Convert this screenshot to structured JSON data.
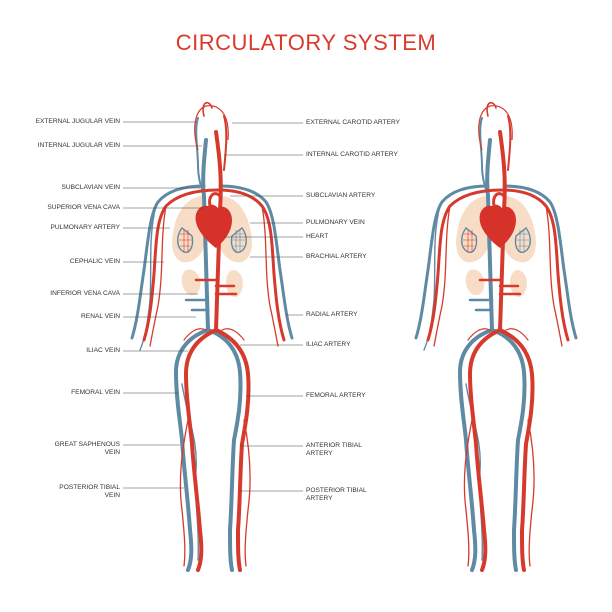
{
  "title": "CIRCULATORY SYSTEM",
  "colors": {
    "title": "#d93a2b",
    "artery": "#d63a2c",
    "vein": "#5f8aa4",
    "organ": "#f7dcc6",
    "heart": "#d6322a",
    "leader": "#444444"
  },
  "left_labels": [
    "EXTERNAL JUGULAR VEIN",
    "INTERNAL JUGULAR VEIN",
    "SUBCLAVIAN VEIN",
    "SUPERIOR VENA CAVA",
    "PULMONARY ARTERY",
    "CEPHALIC VEIN",
    "INFERIOR VENA CAVA",
    "RENAL VEIN",
    "ILIAC VEIN",
    "FEMORAL VEIN",
    "GREAT SAPHENOUS\nVEIN",
    "POSTERIOR TIBIAL\nVEIN"
  ],
  "right_labels": [
    "EXTERNAL CAROTID ARTERY",
    "INTERNAL CAROTID ARTERY",
    "SUBCLAVIAN ARTERY",
    "PULMONARY VEIN",
    "HEART",
    "BRACHIAL ARTERY",
    "RADIAL ARTERY",
    "ILIAC ARTERY",
    "FEMORAL ARTERY",
    "ANTERIOR  TIBIAL\nARTERY",
    "POSTERIOR TIBIAL\nARTERY"
  ]
}
